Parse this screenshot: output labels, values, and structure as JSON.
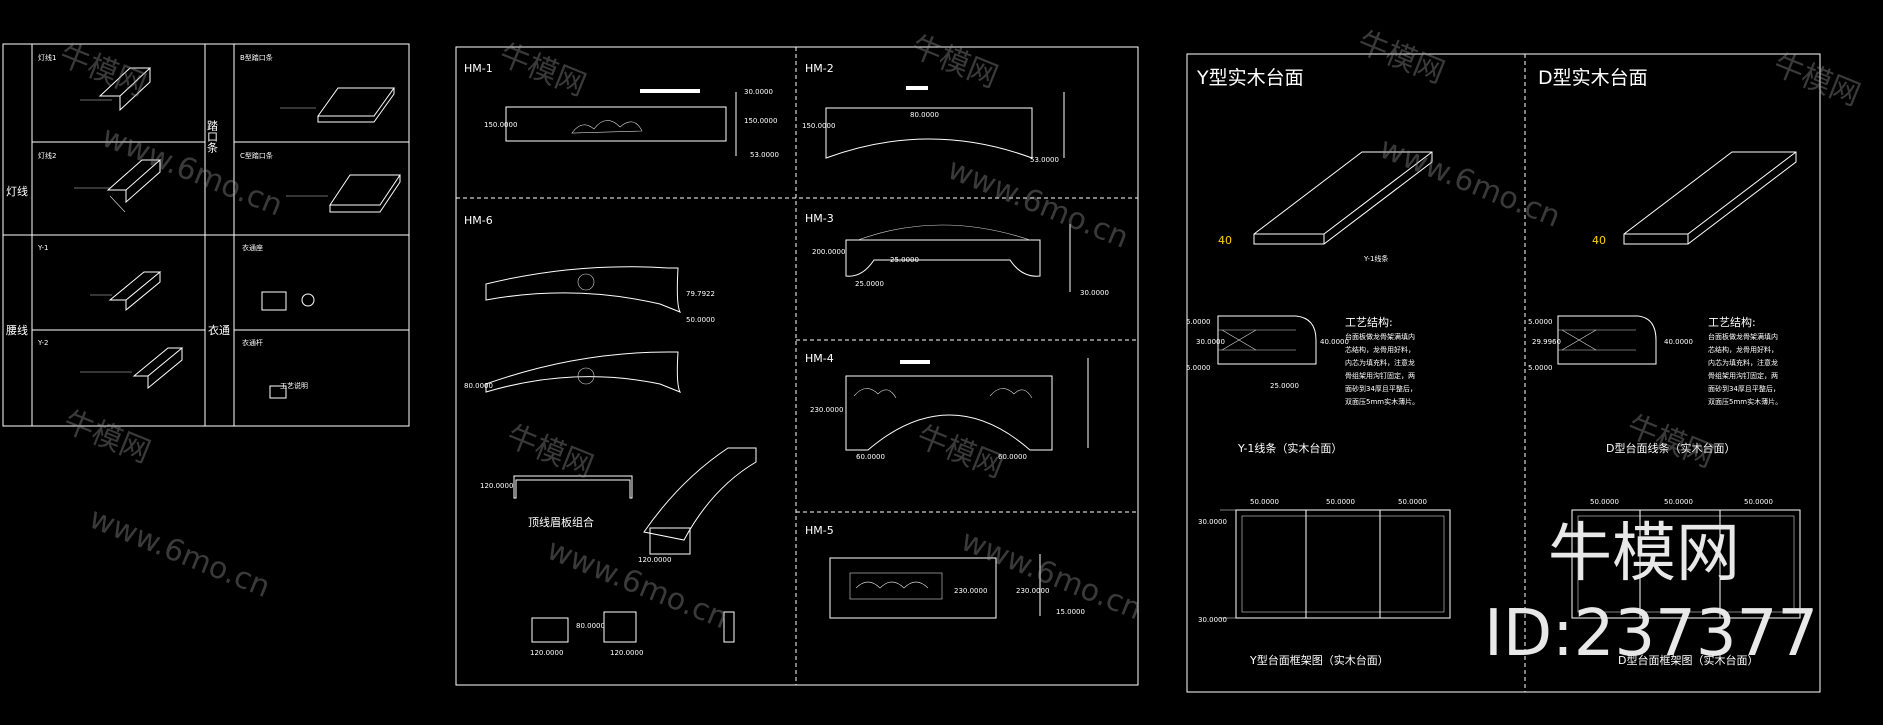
{
  "left_table": {
    "rows": [
      {
        "label": "灯线",
        "items": [
          "灯线1",
          "灯线2"
        ]
      },
      {
        "label": "腰线",
        "items": [
          "Y-1",
          "Y-2"
        ]
      }
    ],
    "right_col": [
      {
        "label": "踏口条",
        "items": [
          "B型踏口条",
          "C型踏口条"
        ]
      },
      {
        "label": "衣通",
        "items": [
          "衣通座",
          "衣通杆"
        ]
      }
    ],
    "note": "工艺说明"
  },
  "hm_panel": {
    "labels": [
      "HM-1",
      "HM-2",
      "HM-3",
      "HM-4",
      "HM-5",
      "HM-6"
    ],
    "dims": [
      "150.0000",
      "53.0000",
      "30.0000",
      "230.0000",
      "60.0000",
      "50.0000",
      "80.0000",
      "200.0000",
      "120.0000",
      "25.0000",
      "15.0000",
      "79.7922"
    ],
    "combo_caption": "顶线眉板组合"
  },
  "y_panel": {
    "title_y": "Y型实木台面",
    "title_d": "D型实木台面",
    "thickness": "40",
    "y1_caption": "Y-1线条",
    "process_title": "工艺结构:",
    "process_lines": [
      "台面板做龙骨架满填内",
      "芯结构，龙骨用好料，",
      "内芯为填充料，注意龙",
      "骨组架用沟钉固定，两",
      "面砂到34厚且平整后，",
      "双面压5mm实木薄片。"
    ],
    "y1_section_caption": "Y-1线条（实木台面）",
    "d_section_caption": "D型台面线条（实木台面）",
    "y_frame_caption": "Y型台面框架图（实木台面）",
    "d_frame_caption": "D型台面框架图（实木台面）",
    "frame_dim": "50.0000",
    "section_dims": [
      "5.0000",
      "30.0000",
      "40.0000",
      "25.0000",
      "29.9960"
    ]
  },
  "watermark": {
    "brand": "牛模网",
    "site": "www.6mo.cn",
    "id": "ID:237377"
  }
}
